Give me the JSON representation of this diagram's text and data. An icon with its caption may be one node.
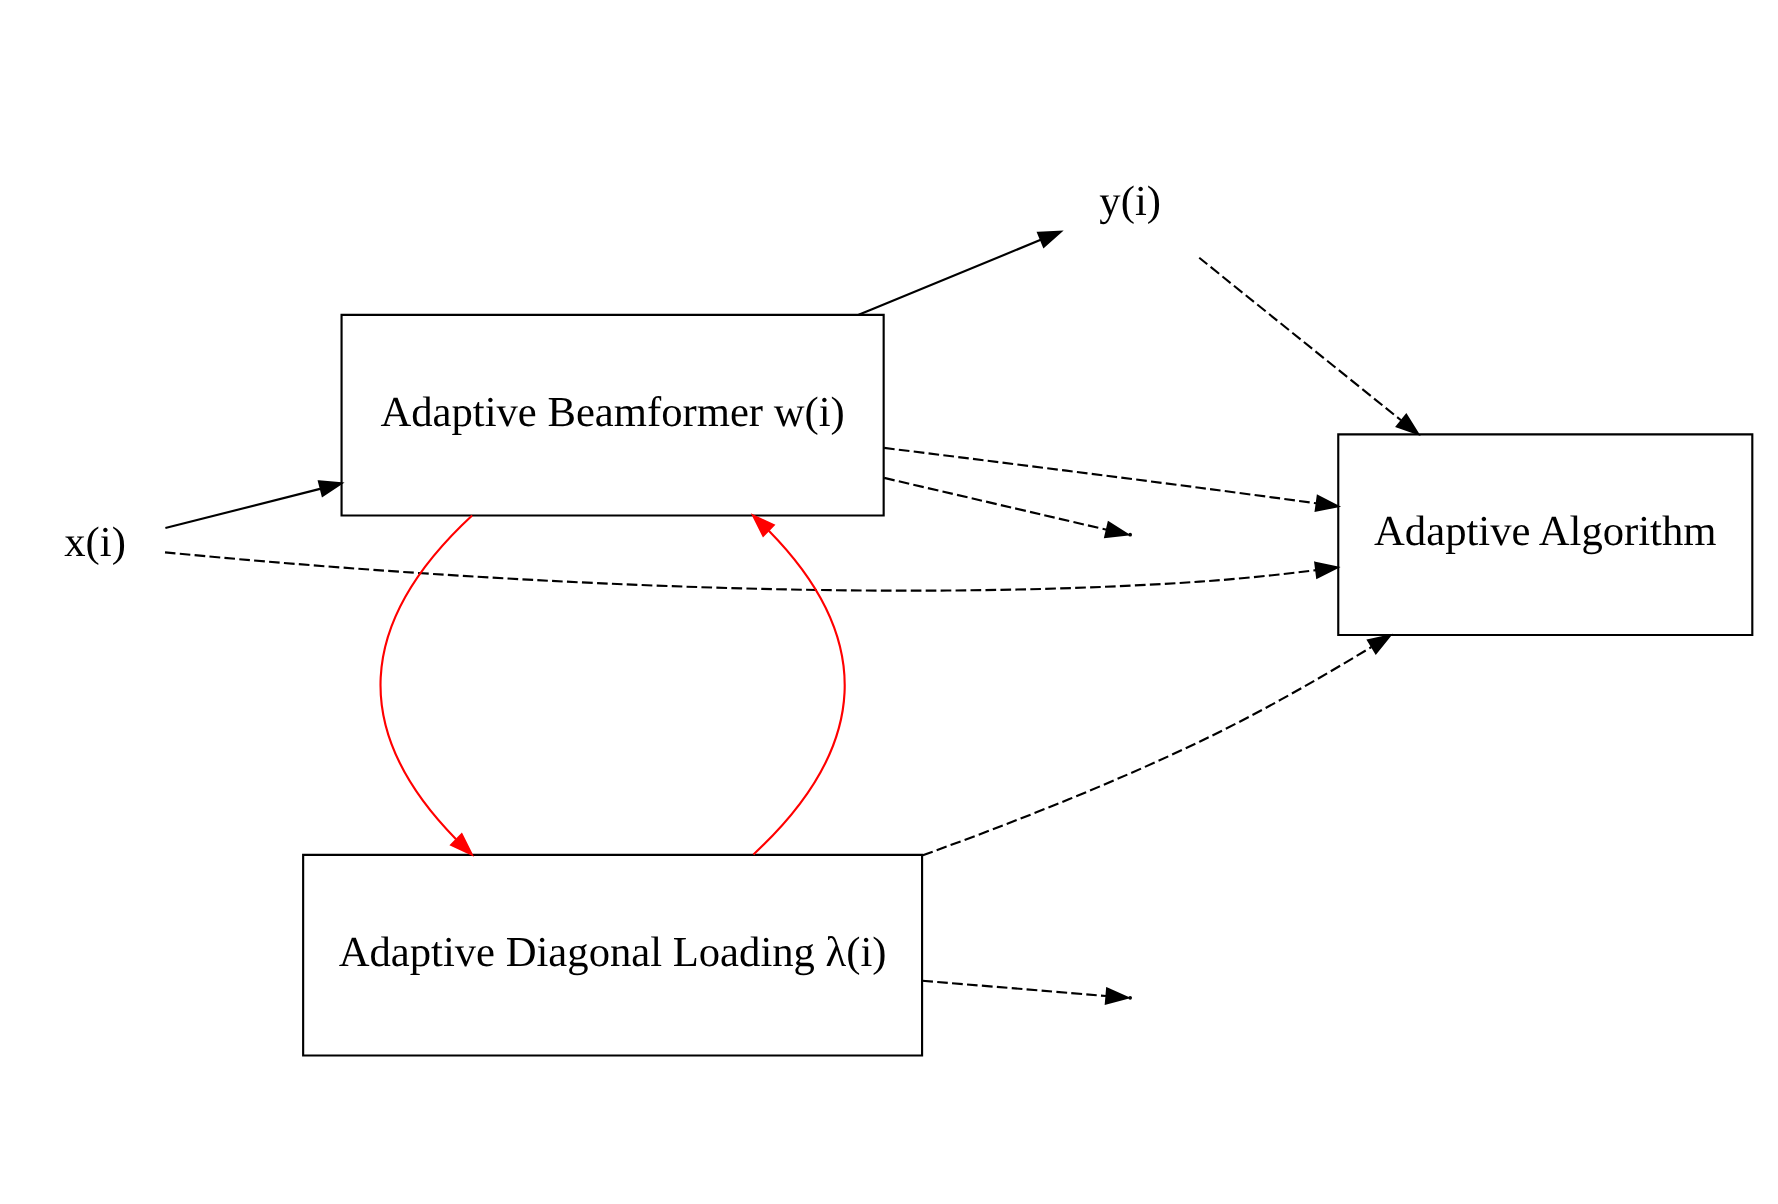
{
  "diagram": {
    "nodes": [
      {
        "text": [
          "x(i)"
        ]
      },
      {
        "text": [
          "Adaptive Beamformer w(i)"
        ]
      },
      {
        "text": [
          "y(i)"
        ]
      },
      {
        "text": [
          "Adaptive Diagonal Loading λ(i)"
        ]
      },
      {
        "text": [
          "Adaptive Algorithm"
        ]
      }
    ],
    "edges": [
      {
        "from": 0,
        "to": 1,
        "arrow": "to"
      },
      {
        "from": 1,
        "to": 2,
        "arrow": "to"
      },
      {
        "from": 3,
        "to": 1,
        "arrow": "to",
        "color": "#ff0000"
      },
      {
        "from": 1,
        "to": 3,
        "arrow": "to",
        "color": "#ff0000"
      },
      {
        "from": 1,
        "to": null,
        "arrow": "to",
        "style": "dashed"
      },
      {
        "from": 3,
        "to": null,
        "arrow": "to",
        "style": "dashed"
      },
      {
        "from": 2,
        "to": 4,
        "arrow": "to",
        "style": "dashed"
      },
      {
        "from": 3,
        "to": 4,
        "arrow": "to",
        "style": "dashed"
      },
      {
        "from": 1,
        "to": 4,
        "arrow": "to",
        "style": "dashed"
      },
      {
        "from": 0,
        "to": 4,
        "arrow": "to",
        "style": "dashed"
      }
    ]
  }
}
